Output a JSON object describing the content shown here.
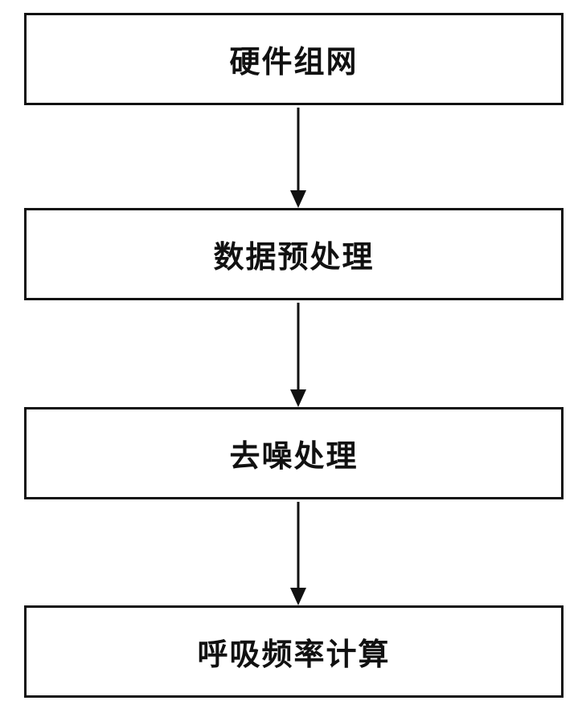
{
  "flowchart": {
    "steps": [
      {
        "label": "硬件组网"
      },
      {
        "label": "数据预处理"
      },
      {
        "label": "去噪处理"
      },
      {
        "label": "呼吸频率计算"
      }
    ]
  }
}
